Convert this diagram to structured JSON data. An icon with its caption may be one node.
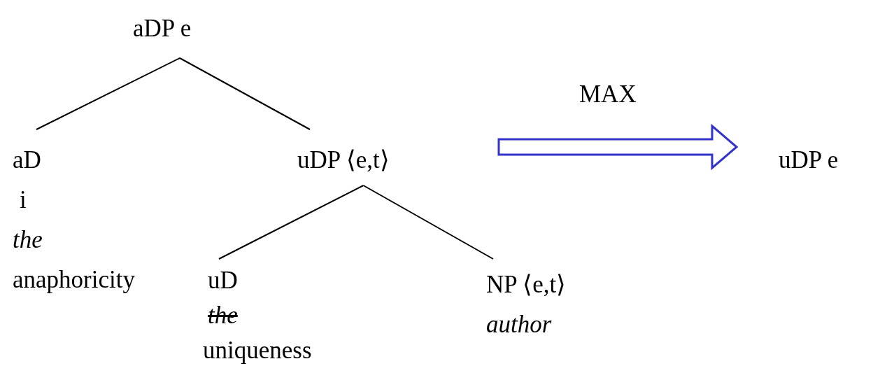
{
  "diagram": {
    "nodes": [
      {
        "text": [
          "aDP e"
        ]
      },
      {
        "text": [
          "aD",
          "i",
          "the",
          "anaphoricity"
        ]
      },
      {
        "text": [
          "uDP ⟨e,t⟩"
        ]
      },
      {
        "text": [
          "uD",
          "the",
          "uniqueness"
        ]
      },
      {
        "text": [
          "NP ⟨e,t⟩",
          "author"
        ]
      },
      {
        "text": [
          "uDP e"
        ]
      }
    ],
    "edges": [
      {
        "from": 0,
        "to": 1,
        "arrow": "none"
      },
      {
        "from": 0,
        "to": 2,
        "arrow": "none"
      },
      {
        "from": 2,
        "to": 3,
        "arrow": "none"
      },
      {
        "from": 2,
        "to": 4,
        "arrow": "none"
      },
      {
        "from": 2,
        "to": 5,
        "arrow": "to",
        "label": "MAX",
        "style": "thick",
        "color": "#3333cc"
      }
    ]
  }
}
